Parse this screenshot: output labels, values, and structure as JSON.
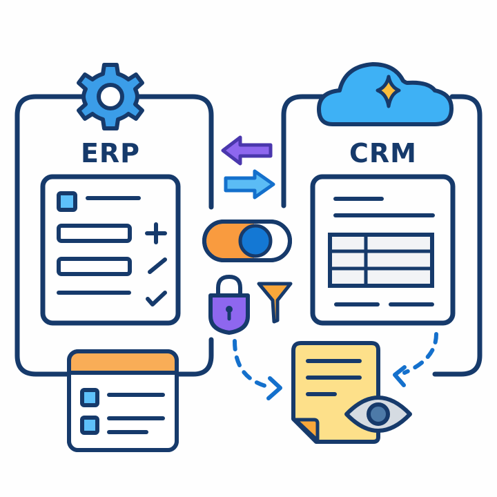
{
  "erp": {
    "title": "ERP",
    "icon": "gear-icon",
    "form_actions": [
      "plus-icon",
      "pencil-icon",
      "check-icon"
    ]
  },
  "crm": {
    "title": "CRM",
    "icon": "cloud-sparkle-icon"
  },
  "sync": {
    "arrows": [
      "arrow-left-icon",
      "arrow-right-icon"
    ],
    "toggle": "toggle-switch",
    "security": [
      "lock-icon",
      "filter-icon"
    ]
  },
  "output": {
    "document": "document-icon",
    "preview": "eye-icon"
  },
  "colors": {
    "outline": "#163a6b",
    "gear_blue": "#3b9de8",
    "cloud_blue": "#3eb1f5",
    "sparkle_yellow": "#fbbd3c",
    "arrow_purple": "#8e67ef",
    "arrow_blue": "#5bbcf5",
    "toggle_orange": "#f99b3f",
    "toggle_knob": "#1478d4",
    "lock_purple": "#8e67ef",
    "filter_orange": "#f9a73a",
    "panel_orange": "#f9ad57",
    "checkbox_blue": "#5ec1fb",
    "doc_yellow": "#fde08a",
    "doc_fold": "#f9a73a",
    "eye_gray": "#d5dbe2",
    "eye_iris": "#4d7aa8",
    "dashed_blue": "#1470cc",
    "table_fill": "#f2f3f6"
  }
}
